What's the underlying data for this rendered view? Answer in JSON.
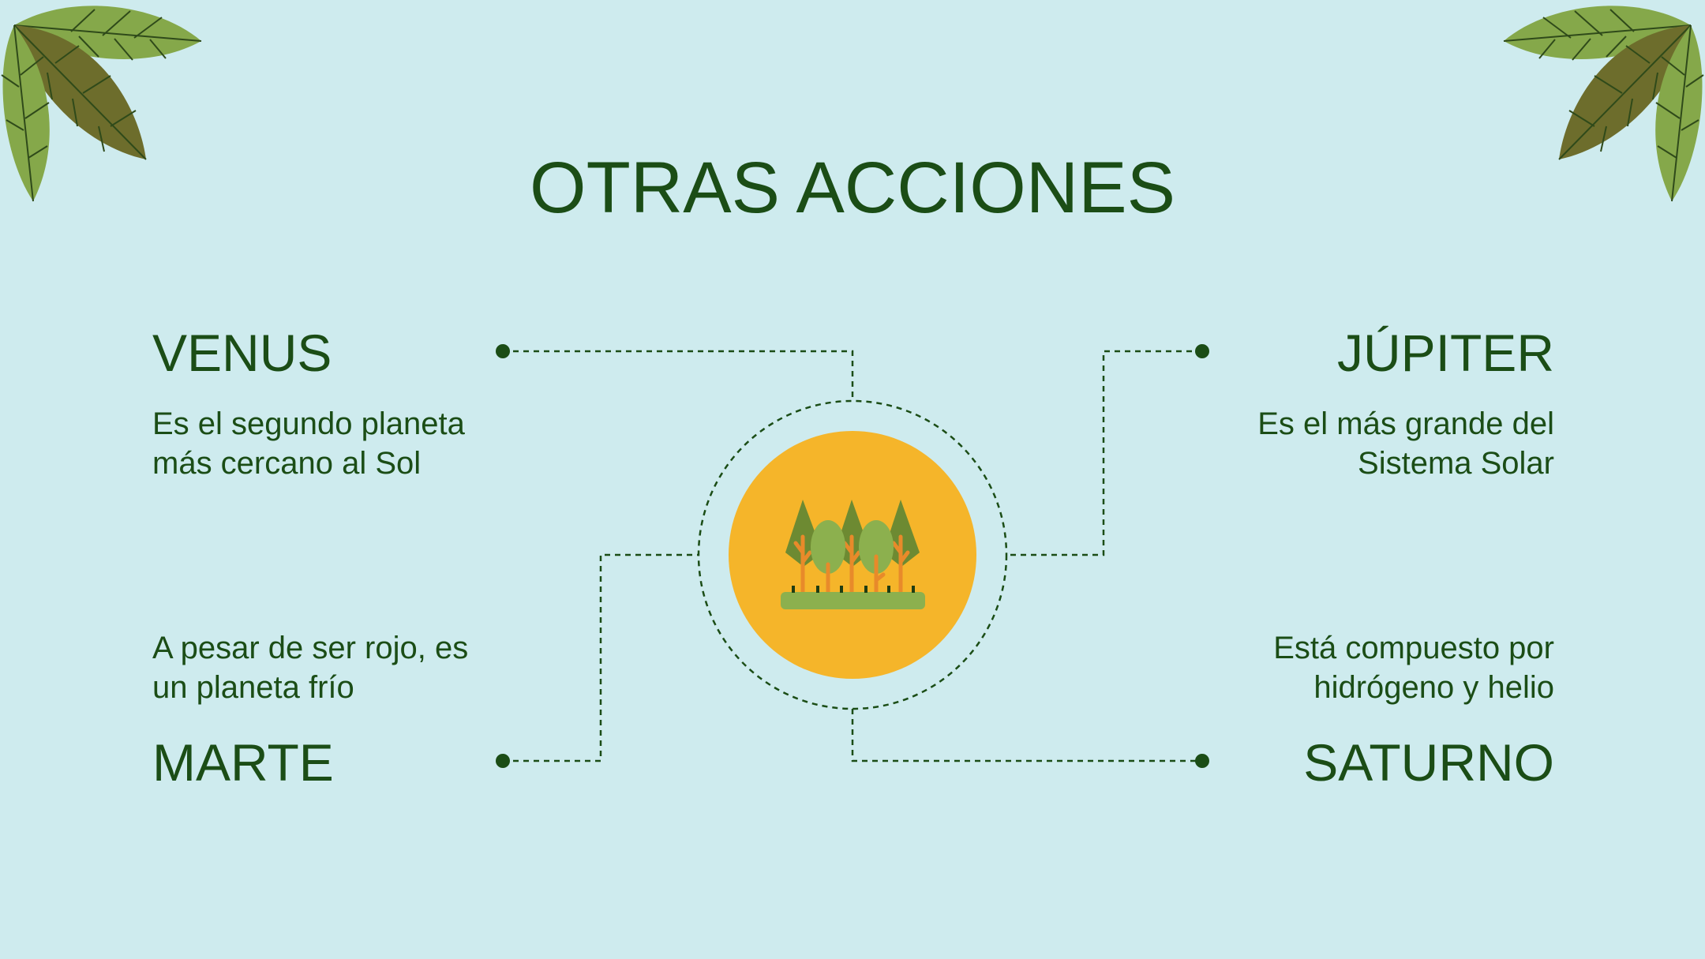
{
  "title": "OTRAS ACCIONES",
  "items": [
    {
      "heading": "VENUS",
      "text_line1": "Es el segundo planeta",
      "text_line2": "más cercano al Sol"
    },
    {
      "heading": "JÚPITER",
      "text_line1": "Es el más grande del",
      "text_line2": "Sistema Solar"
    },
    {
      "heading": "MARTE",
      "text_line1": "A pesar de ser rojo, es",
      "text_line2": "un planeta frío"
    },
    {
      "heading": "SATURNO",
      "text_line1": "Está compuesto por",
      "text_line2": "hidrógeno y helio"
    }
  ],
  "center_icon": "forest-icon",
  "colors": {
    "background": "#ceebee",
    "text": "#1b4d16",
    "circle": "#f5b52a",
    "leaf_light": "#85a84a",
    "leaf_dark": "#6d6d2c"
  }
}
